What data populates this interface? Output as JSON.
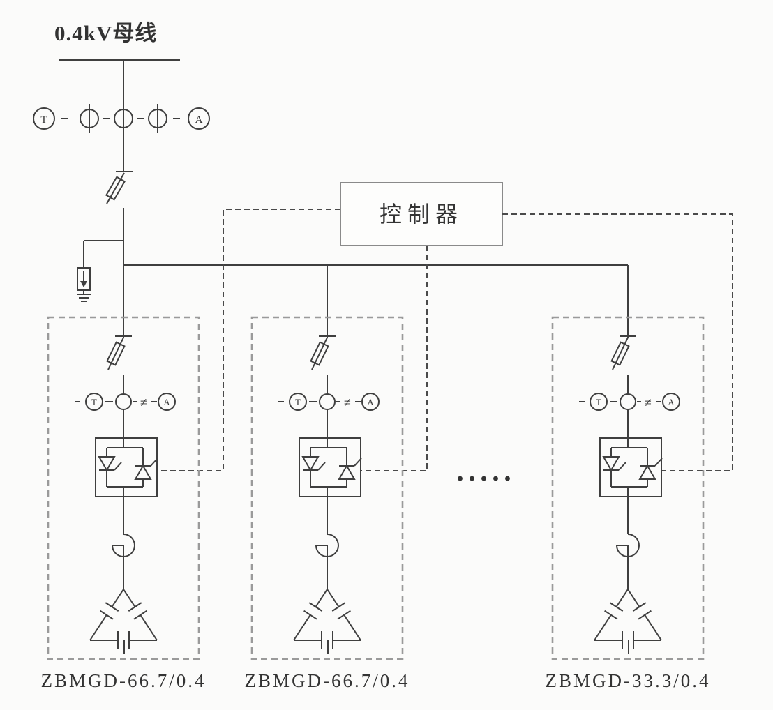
{
  "diagram": {
    "busbar_label": "0.4kV母线",
    "controller_label": "控制器",
    "ellipsis": "·····",
    "meters": {
      "t": "T",
      "a": "A",
      "neq": "≠"
    },
    "branches": [
      {
        "label": "ZBMGD-66.7/0.4"
      },
      {
        "label": "ZBMGD-66.7/0.4"
      },
      {
        "label": "ZBMGD-33.3/0.4"
      }
    ],
    "colors": {
      "line": "#3f3f3f",
      "enclosure_dash": "#9a9a9a",
      "control_dash": "#4a4a4a",
      "background": "#fbfbfa",
      "text": "#333333"
    }
  }
}
